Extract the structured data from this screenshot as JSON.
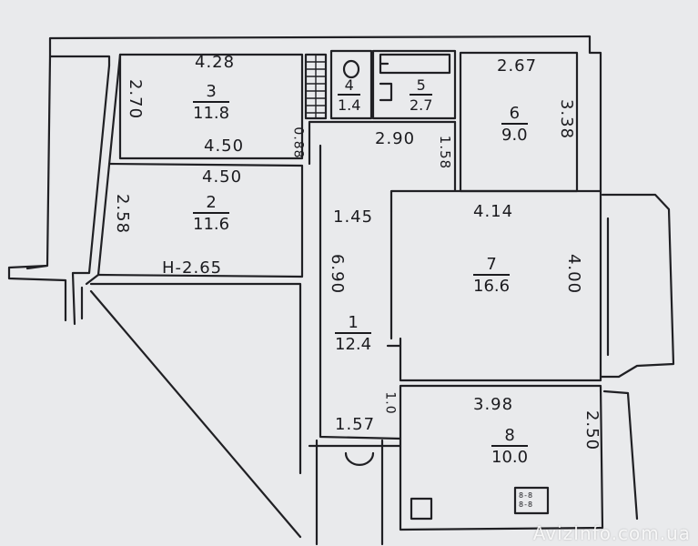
{
  "rooms": [
    {
      "number": "3",
      "area": "11.8"
    },
    {
      "number": "2",
      "area": "11.6"
    },
    {
      "number": "4",
      "area": "1.4"
    },
    {
      "number": "5",
      "area": "2.7"
    },
    {
      "number": "6",
      "area": "9.0"
    },
    {
      "number": "7",
      "area": "16.6"
    },
    {
      "number": "1",
      "area": "12.4"
    },
    {
      "number": "8",
      "area": "10.0"
    }
  ],
  "dimensions": {
    "room3_top": "4.28",
    "room3_side": "2.70",
    "room3_bottom": "4.50",
    "room2_top": "4.50",
    "room2_side": "2.58",
    "room2_bottom": "H-2.65",
    "corridor_small": "0.88",
    "bath_width": "2.90",
    "bath_depth": "1.58",
    "room6_top": "2.67",
    "room6_side": "3.38",
    "hall_width": "1.45",
    "hall_length": "6.90",
    "room7_top": "4.14",
    "room7_side": "4.00",
    "room8_top": "3.98",
    "room8_side": "2.50",
    "entry_width": "1.57",
    "entry_side": "1.0"
  },
  "stove_label": "8-8\n8-8",
  "watermark": "AvizInfo.com.ua"
}
